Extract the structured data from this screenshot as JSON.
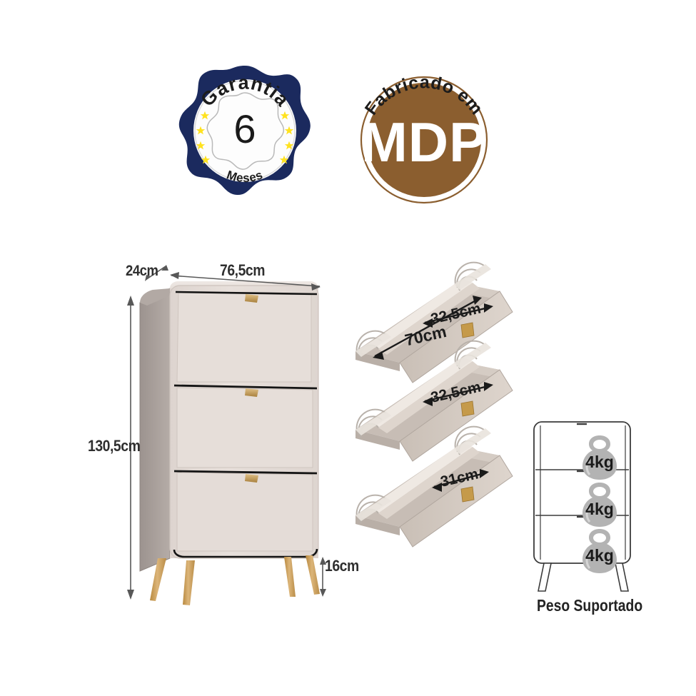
{
  "page": {
    "background_color": "#ffffff",
    "language": "pt-BR",
    "product_type": "sapateira"
  },
  "badges": {
    "warranty": {
      "icon": "warranty-seal-icon",
      "top_text": "Garantia",
      "number": "6",
      "bottom_text": "Meses",
      "ring_color": "#1b2a5e",
      "star_color": "#ffe21f",
      "star_count": 8,
      "face_color": "#fdfdfd"
    },
    "material": {
      "icon": "material-seal-icon",
      "top_text": "Fabricado em",
      "label": "MDP",
      "disc_color": "#8b5e2f",
      "text_color": "#ffffff"
    }
  },
  "cabinet": {
    "name": "shoe-cabinet-3-drawers",
    "body_color": "#e4dcd8",
    "side_color": "#a59c98",
    "leg_color": "#d2a663",
    "handle_color": "#c9a05a",
    "drawer_count": 3,
    "dimensions": {
      "depth": "24cm",
      "width": "76,5cm",
      "height": "130,5cm",
      "leg_height": "16cm"
    }
  },
  "drawers": [
    {
      "index": 1,
      "name": "open-drawer-top",
      "labels": [
        "32,5cm",
        "70cm"
      ],
      "width_label": "32,5cm",
      "length_label": "70cm"
    },
    {
      "index": 2,
      "name": "open-drawer-middle",
      "labels": [
        "32,5cm"
      ],
      "width_label": "32,5cm",
      "length_label": ""
    },
    {
      "index": 3,
      "name": "open-drawer-bottom",
      "labels": [
        "31cm"
      ],
      "width_label": "31cm",
      "length_label": ""
    }
  ],
  "weight_panel": {
    "name": "weight-capacity-diagram",
    "caption": "Peso Suportado",
    "shelf_count": 3,
    "weights": [
      "4kg",
      "4kg",
      "4kg"
    ],
    "icon": "kettlebell-icon",
    "icon_fill": "#b3b3b3",
    "icon_text_color": "#1a1a1a",
    "outline_color": "#3b3b3b"
  }
}
